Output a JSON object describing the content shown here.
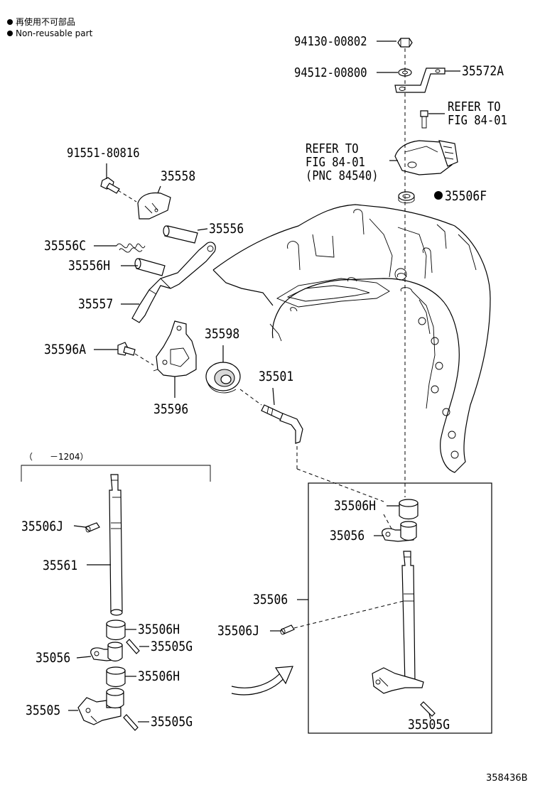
{
  "legend": {
    "non_reusable_ja": "再使用不可部品",
    "non_reusable_en": "Non-reusable part"
  },
  "figure_id": "358436B",
  "variant_note": "（　　－1204）",
  "parts": {
    "p94130": "94130-00802",
    "p94512": "94512-00800",
    "p35572A": "35572A",
    "refer1_line1": "REFER TO",
    "refer1_line2": "FIG 84-01",
    "refer2_line1": "REFER TO",
    "refer2_line2": "FIG 84-01",
    "refer2_line3": "(PNC 84540)",
    "p35506F": "35506F",
    "p91551": "91551-80816",
    "p35558": "35558",
    "p35556": "35556",
    "p35556C": "35556C",
    "p35556H": "35556H",
    "p35557": "35557",
    "p35596A": "35596A",
    "p35596": "35596",
    "p35598": "35598",
    "p35501": "35501",
    "left_35506J": "35506J",
    "left_35561": "35561",
    "left_35506H_a": "35506H",
    "left_35505G_a": "35505G",
    "left_35056": "35056",
    "left_35506H_b": "35506H",
    "left_35505": "35505",
    "left_35505G_b": "35505G",
    "right_35506H": "35506H",
    "right_35056": "35056",
    "right_35506": "35506",
    "right_35506J": "35506J",
    "right_35505G": "35505G"
  }
}
